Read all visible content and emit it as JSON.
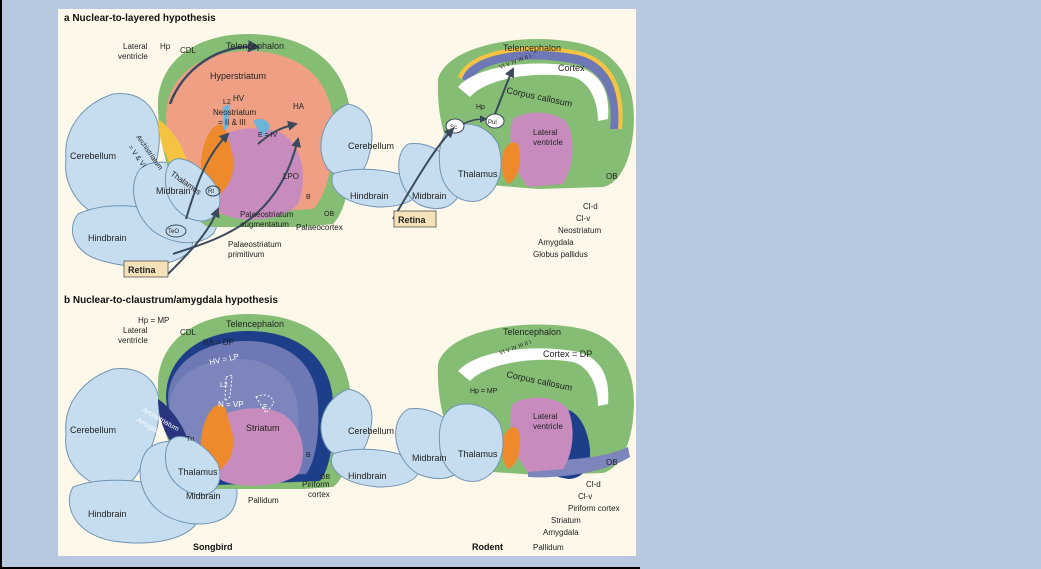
{
  "panels": [
    {
      "title": "a  Nuclear-to-layered hypothesis",
      "songbird": {
        "labels": {
          "lateral_ventricle": [
            "Lateral",
            "ventricle"
          ],
          "hp": "Hp",
          "cdl": "CDL",
          "telencephalon": "Telencephalon",
          "hyperstriatum": "Hyperstriatum",
          "hv": "HV",
          "ha": "HA",
          "neostriatum": [
            "Neostriatum",
            "= II & III"
          ],
          "l2": "L2",
          "e_iv": "E = IV",
          "archistriatum": [
            "Archistriatum",
            "= V & VI"
          ],
          "cerebellum": "Cerebellum",
          "thalamus": "Thalamus",
          "lpo": "LPO",
          "b": "B",
          "ob": "OB",
          "palaeocortex": "Palaeocortex",
          "midbrain": "Midbrain",
          "rt": "Rt",
          "hindbrain": "Hindbrain",
          "tec": "TeO",
          "palaeo_aug": [
            "Palaeostriatum",
            "augmentatum"
          ],
          "palaeo_prim": [
            "Palaeostriatum",
            "primitivum"
          ],
          "retina": "Retina"
        }
      },
      "rodent": {
        "labels": {
          "telencephalon": "Telencephalon",
          "layers": "VI V IV III II I",
          "cortex": "Cortex",
          "corpus_callosum": "Corpus callosum",
          "cerebellum": "Cerebellum",
          "sc": "Sc",
          "pul": "Pul",
          "hp": "Hp",
          "lateral_ventricle": [
            "Lateral",
            "ventricle"
          ],
          "hindbrain": "Hindbrain",
          "midbrain": "Midbrain",
          "thalamus": "Thalamus",
          "ob": "OB",
          "retina": "Retina",
          "cl_d": "Cl-d",
          "cl_v": "Cl-v",
          "neostriatum": "Neostriatum",
          "amygdala": "Amygdala",
          "globus_pallidus": "Globus pallidus"
        }
      }
    },
    {
      "title": "b  Nuclear-to-claustrum/amygdala hypothesis",
      "songbird": {
        "labels": {
          "hp_mp": "Hp = MP",
          "lateral_ventricle": [
            "Lateral",
            "ventricle"
          ],
          "cdl": "CDL",
          "telencephalon": "Telencephalon",
          "ha_dp": "HA = DP",
          "hv_lp": "HV = LP",
          "l2": "L2",
          "n_vp": "N = VP",
          "e": "E",
          "archistriatum": [
            "Archistriatum",
            "Amygdala"
          ],
          "cerebellum": "Cerebellum",
          "tn": "Tn",
          "striatum": "Striatum",
          "b": "B",
          "ob": "OB",
          "thalamus": "Thalamus",
          "midbrain": "Midbrain",
          "hindbrain": "Hindbrain",
          "pallidum": "Pallidum",
          "piriform": [
            "Piriform",
            "cortex"
          ]
        }
      },
      "rodent": {
        "labels": {
          "telencephalon": "Telencephalon",
          "layers": "VI V IV III II I",
          "cortex_dp": "Cortex = DP",
          "corpus_callosum": "Corpus callosum",
          "hp_mp": "Hp = MP",
          "cerebellum": "Cerebellum",
          "lateral_ventricle": [
            "Lateral",
            "ventricle"
          ],
          "hindbrain": "Hindbrain",
          "midbrain": "Midbrain",
          "thalamus": "Thalamus",
          "ob": "OB",
          "cl_d": "Cl-d",
          "cl_v": "Cl-v",
          "piriform": "Piriform cortex",
          "striatum": "Striatum",
          "amygdala": "Amygdala",
          "pallidum": "Pallidum"
        }
      }
    }
  ],
  "captions": {
    "songbird": "Songbird",
    "rodent": "Rodent"
  },
  "colors": {
    "background": "#b8c8e0",
    "figure_bg": "#fdf8ea",
    "brainstem": "#c6ddef",
    "brainstem_stroke": "#6f95b4",
    "green": "#86bd74",
    "salmon": "#ee9f84",
    "pink": "#c78cbd",
    "orange": "#ee8a2c",
    "yellow": "#f5c342",
    "blue_layer": "#6e78b4",
    "dark_blue": "#1d3f8a",
    "arrow": "#3a4a5c",
    "retina_box": "#f6e2b8"
  }
}
